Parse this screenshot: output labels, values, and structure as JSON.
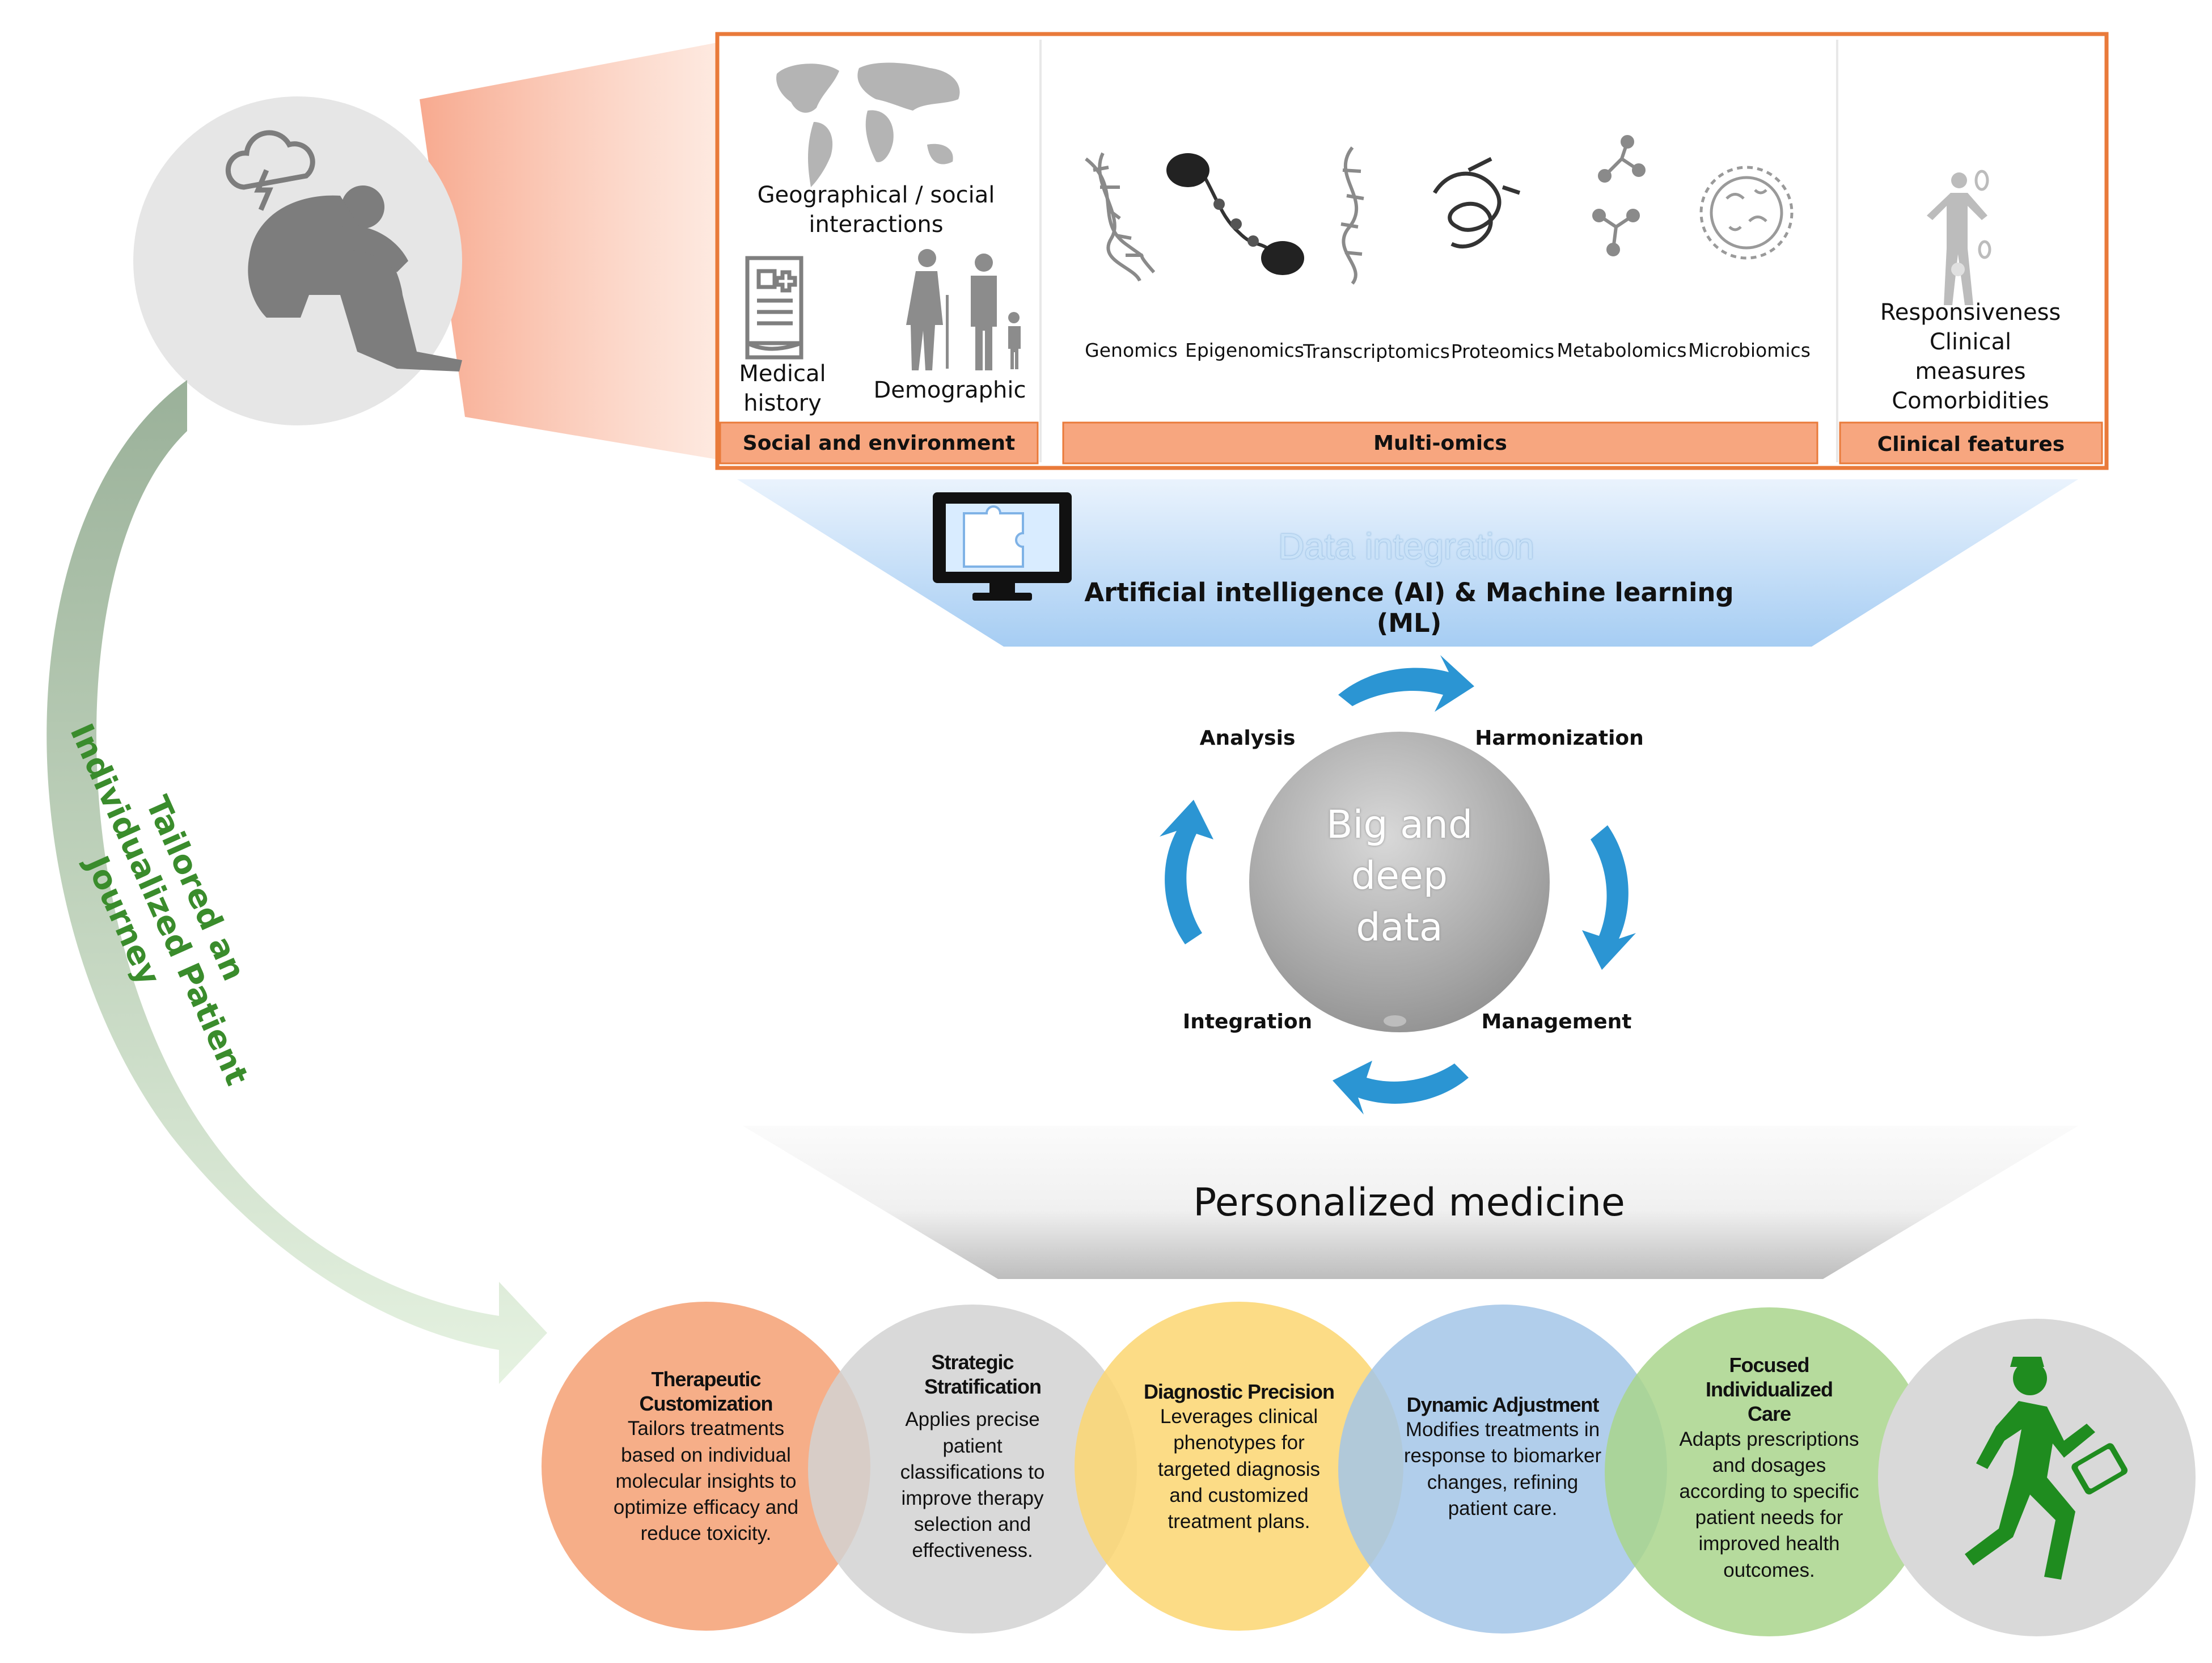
{
  "sources": {
    "social": {
      "geo_label": "Geographical / social interactions",
      "medical_label": "Medical history",
      "demographic_label": "Demographic",
      "category": "Social and environment"
    },
    "omics": {
      "items": [
        "Genomics",
        "Epigenomics",
        "Transcriptomics",
        "Proteomics",
        "Metabolomics",
        "Microbiomics"
      ],
      "category": "Multi-omics"
    },
    "clinical": {
      "features_text": "Responsiveness Clinical measures Comorbidities",
      "category": "Clinical features"
    }
  },
  "integration": {
    "title": "Data integration",
    "subtitle": "Artificial intelligence (AI) & Machine learning (ML)"
  },
  "cycle": {
    "center": "Big and deep data",
    "steps": [
      "Analysis",
      "Harmonization",
      "Management",
      "Integration"
    ]
  },
  "personalized": {
    "title": "Personalized medicine"
  },
  "journey": {
    "label": "Tailored an Individualized Patient Journey"
  },
  "outcomes": [
    {
      "title": "Therapeutic Customization",
      "desc": "Tailors treatments based on individual molecular insights to optimize efficacy and reduce toxicity.",
      "color": "#f5a77e"
    },
    {
      "title": "Strategic Stratification",
      "desc": "Applies precise patient classifications to improve therapy selection and effectiveness.",
      "color": "#d2d2d2"
    },
    {
      "title": "Diagnostic Precision",
      "desc": "Leverages clinical phenotypes for targeted diagnosis and customized treatment plans.",
      "color": "#fcd671"
    },
    {
      "title": "Dynamic Adjustment",
      "desc": "Modifies treatments in response to biomarker changes, refining patient care.",
      "color": "#a3c6e8"
    },
    {
      "title": "Focused Individualized Care",
      "desc": "Adapts prescriptions and dosages according to specific patient needs for improved health outcomes.",
      "color": "#a9d58c"
    }
  ],
  "colors": {
    "frame_orange": "#e97a3a",
    "category_fill": "#f7a67f",
    "arrow_blue": "#2b95d3",
    "journey_green": "#3a8c2c",
    "runner_green": "#1f8c1f",
    "icon_gray": "#8c8c8c"
  },
  "icons": [
    "distressed-person-icon",
    "storm-cloud-icon",
    "world-map-icon",
    "medical-record-icon",
    "family-icon",
    "dna-icon",
    "chromatin-icon",
    "rna-icon",
    "protein-icon",
    "metabolite-icon",
    "microbe-icon",
    "human-body-icon",
    "computer-puzzle-icon",
    "running-person-icon"
  ]
}
